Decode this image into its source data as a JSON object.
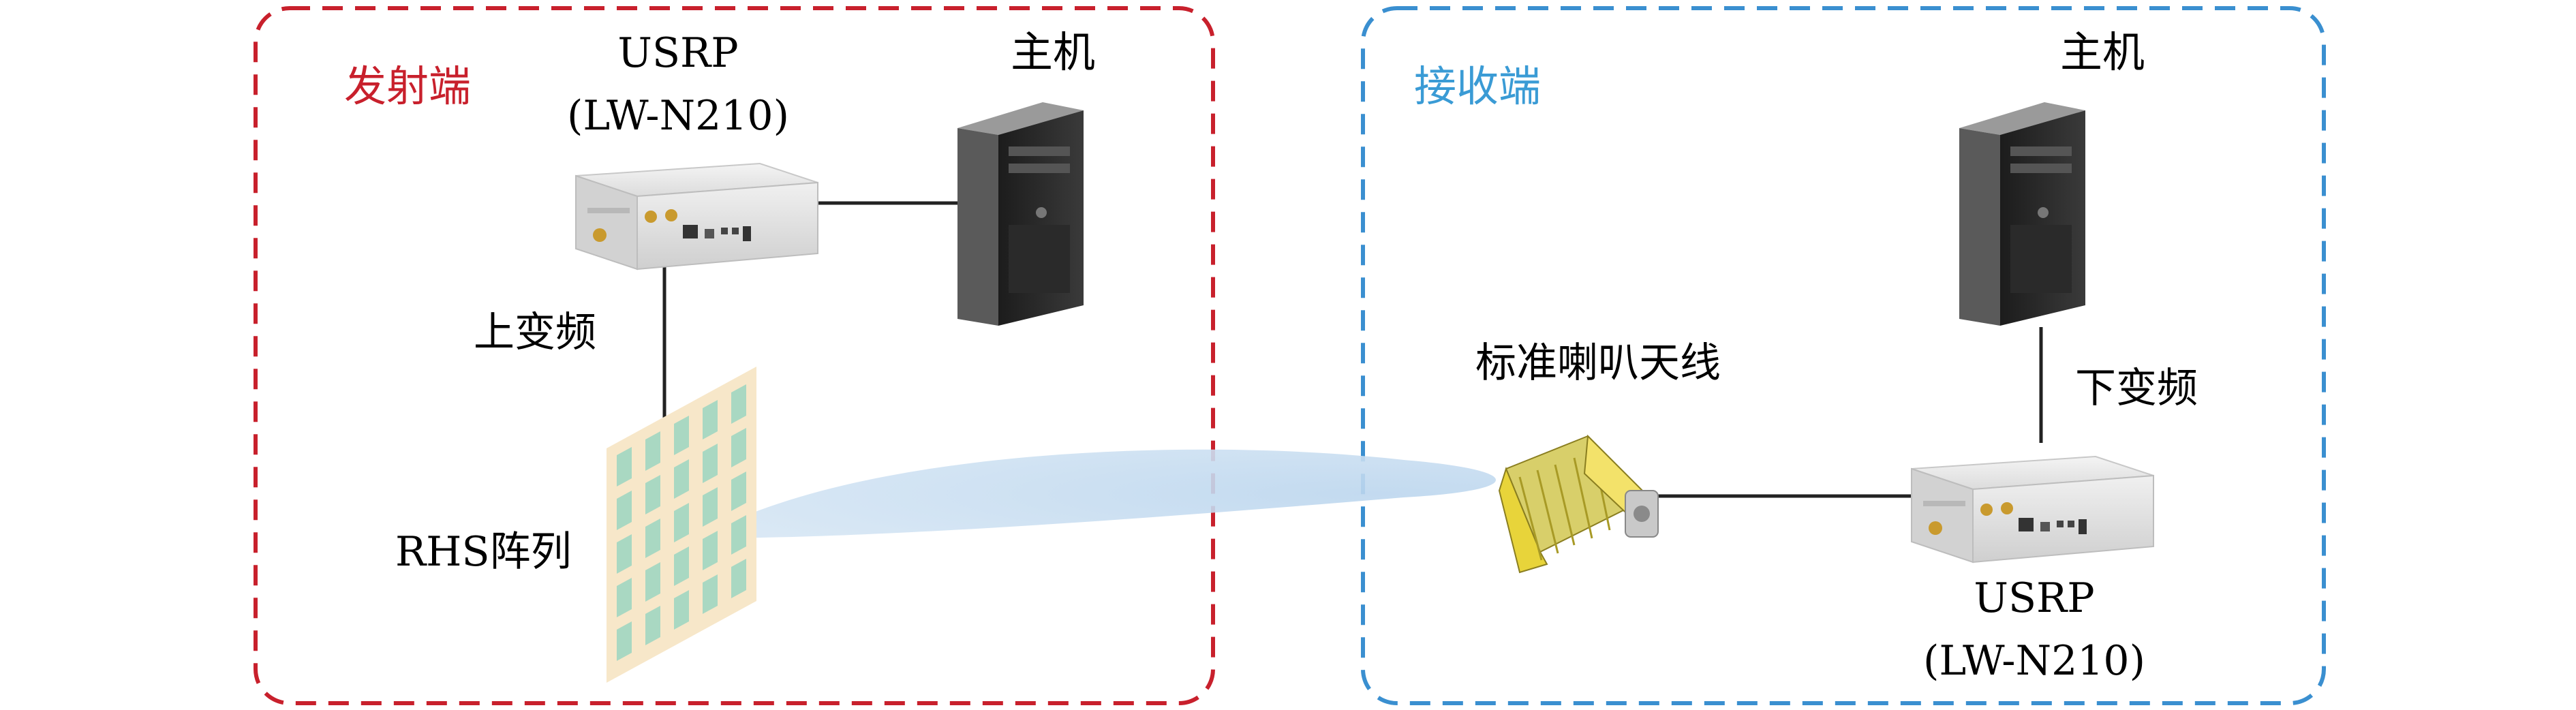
{
  "transmitter": {
    "title": "发射端",
    "title_color": "#c8202c",
    "border_color": "#c8202c",
    "usrp_name": "USRP",
    "usrp_model": "(LW-N210)",
    "host_label": "主机",
    "upconvert_label": "上变频",
    "array_label": "RHS阵列"
  },
  "receiver": {
    "title": "接收端",
    "title_color": "#3a9bd5",
    "border_color": "#3a8fd0",
    "host_label": "主机",
    "downconvert_label": "下变频",
    "antenna_label": "标准喇叭天线",
    "usrp_name": "USRP",
    "usrp_model": "(LW-N210)"
  },
  "colors": {
    "beam": "#c9def0",
    "array_panel": "#f7e7c9",
    "array_element": "#a9d8c2",
    "horn": "#e8d43a"
  },
  "icons": {
    "usrp": "usrp-device-icon",
    "host": "desktop-tower-icon",
    "array": "antenna-array-icon",
    "horn": "horn-antenna-icon"
  }
}
